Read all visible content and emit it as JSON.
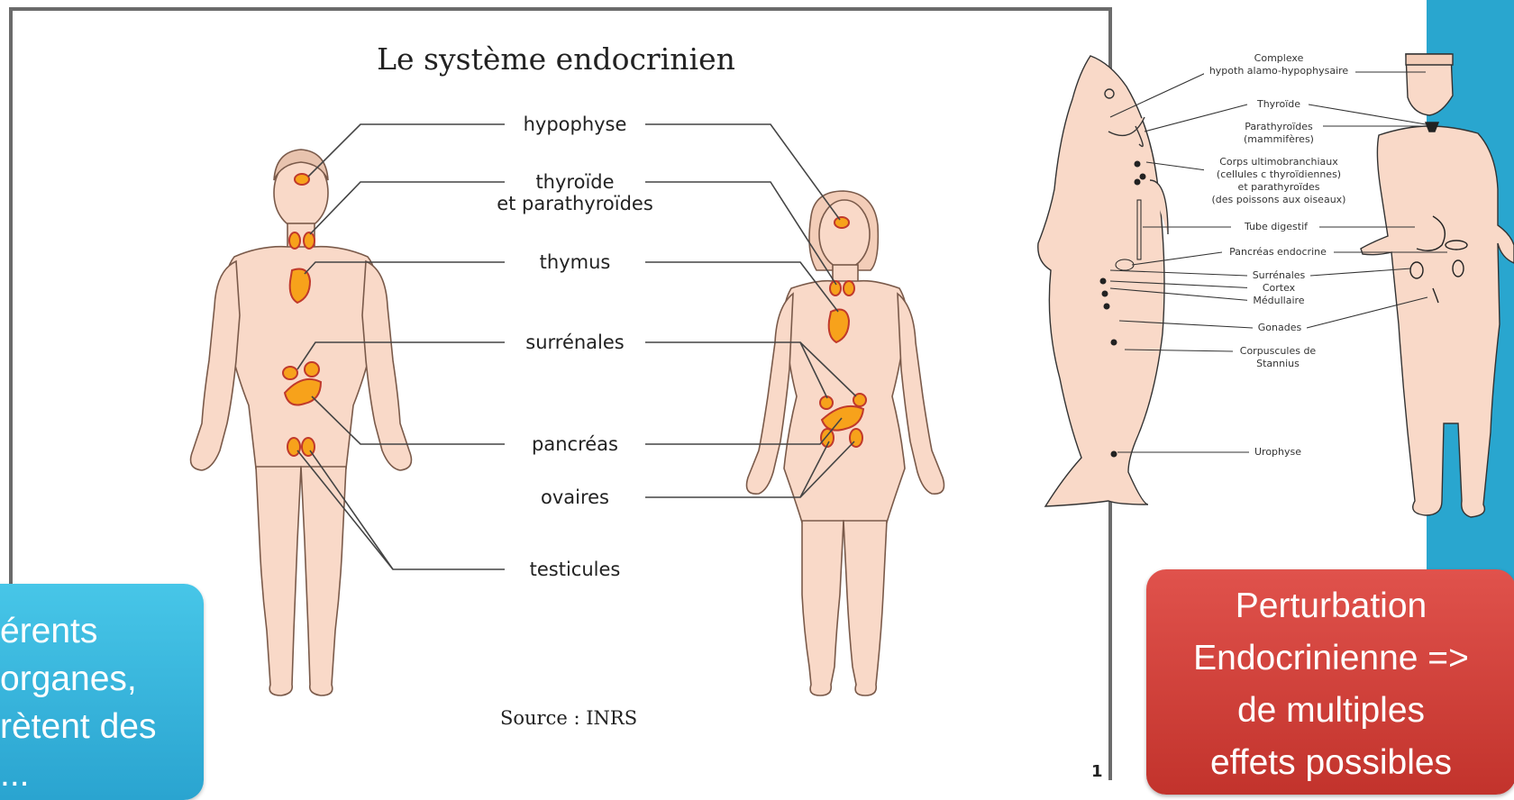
{
  "diagram": {
    "title": "Le système endocrinien",
    "labels": {
      "hypophyse": "hypophyse",
      "thyroide": "thyroïde",
      "parathyroides": "et parathyroïdes",
      "thymus": "thymus",
      "surrenales": "surrénales",
      "pancreas": "pancréas",
      "ovaires": "ovaires",
      "testicules": "testicules"
    },
    "source": "Source : INRS",
    "page_number": "1"
  },
  "comparison": {
    "labels": [
      {
        "key": "complexe",
        "lines": [
          "Complexe",
          "hypoth alamo-hypophysaire"
        ]
      },
      {
        "key": "thyroide",
        "lines": [
          "Thyroïde"
        ]
      },
      {
        "key": "parathyroides",
        "lines": [
          "Parathyroïdes",
          "(mammifères)"
        ]
      },
      {
        "key": "corps",
        "lines": [
          "Corps ultimobranchiaux",
          "(cellules c thyroïdiennes)",
          "et parathyroïdes",
          "(des poissons aux oiseaux)"
        ]
      },
      {
        "key": "tube",
        "lines": [
          "Tube digestif"
        ]
      },
      {
        "key": "pancreas",
        "lines": [
          "Pancréas endocrine"
        ]
      },
      {
        "key": "surrenales",
        "lines": [
          "Surrénales",
          "Cortex",
          "Médullaire"
        ]
      },
      {
        "key": "gonades",
        "lines": [
          "Gonades"
        ]
      },
      {
        "key": "corpuscules",
        "lines": [
          "Corpuscules de",
          "Stannius"
        ]
      },
      {
        "key": "urophyse",
        "lines": [
          "Urophyse"
        ]
      }
    ]
  },
  "callouts": {
    "blue_lines": [
      "érents",
      "organes,",
      "rètent des",
      "..."
    ],
    "red_lines": [
      "Perturbation",
      "Endocrinienne =>",
      "de multiples",
      "effets possibles"
    ]
  },
  "colors": {
    "skin": "#f9d9c8",
    "gland": "#f7a21b",
    "gland_outline": "#c0392b",
    "accent": "#29a6cf",
    "callout_blue": "#35b6de",
    "callout_red": "#d64540"
  }
}
